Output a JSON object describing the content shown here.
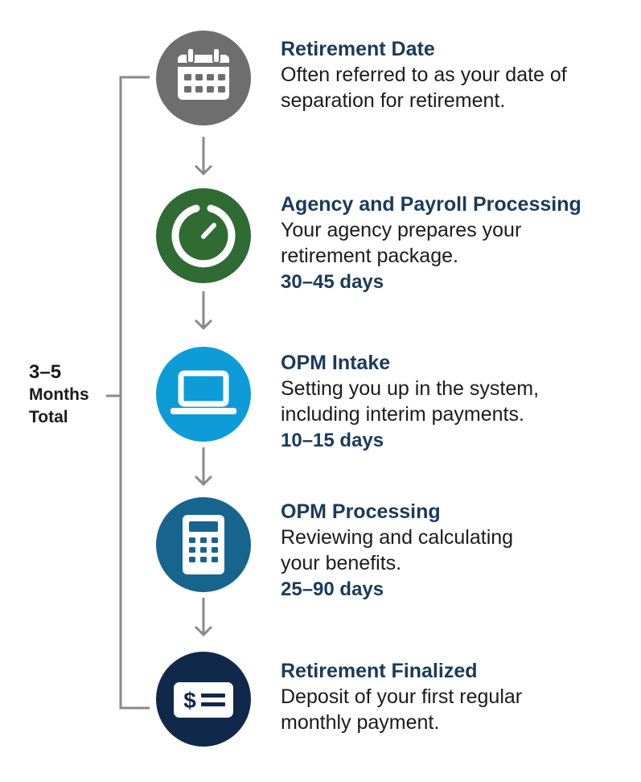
{
  "total": {
    "number": "3–5",
    "line1": "Months",
    "line2": "Total"
  },
  "steps": [
    {
      "title": "Retirement Date",
      "desc1": "Often referred to as your date of",
      "desc2": "separation for retirement.",
      "days": "",
      "icon": "calendar-icon",
      "color": "#6e6e6e"
    },
    {
      "title": "Agency and Payroll Processing",
      "desc1": "Your agency prepares your",
      "desc2": "retirement package.",
      "days": "30–45 days",
      "icon": "timer-icon",
      "color": "#2f6b33"
    },
    {
      "title": "OPM Intake",
      "desc1": "Setting you up in the system,",
      "desc2": "including interim payments.",
      "days": "10–15 days",
      "icon": "laptop-icon",
      "color": "#0d9cd8"
    },
    {
      "title": "OPM Processing",
      "desc1": "Reviewing and calculating",
      "desc2": "your benefits.",
      "days": "25–90 days",
      "icon": "calculator-icon",
      "color": "#17658f"
    },
    {
      "title": "Retirement Finalized",
      "desc1": "Deposit of your first regular",
      "desc2": "monthly payment.",
      "days": "",
      "icon": "payment-icon",
      "color": "#10294a"
    }
  ],
  "colors": {
    "connector": "#8a8a8a",
    "title": "#1b3a5a"
  }
}
